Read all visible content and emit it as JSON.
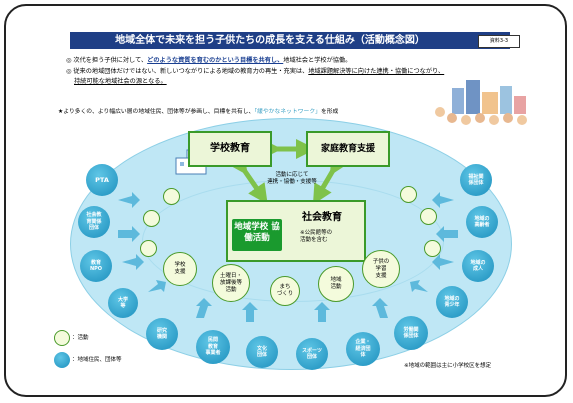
{
  "title": "地域全体で未来を担う子供たちの成長を支える仕組み（活動概念図）",
  "doc_tag": "資料3-3",
  "bullets": [
    {
      "mark": "◎",
      "pre": "次代を担う子供に対して、",
      "u": "どのような資質を育むのかという目標を共有し、",
      "post": "地域社会と学校が協働。"
    },
    {
      "mark": "◎",
      "pre": "従来の地域団体だけではない、新しいつながりによる地域の教育力の再生・充実は、",
      "u": "地域課題解決等に向けた連携・協働につながり、",
      "post": ""
    },
    {
      "mark": "",
      "pre": "",
      "u": "持続可能な地域社会の源となる。",
      "post": ""
    }
  ],
  "note": {
    "pre": "★より多くの、より幅広い層の地域住民、団体等が参画し、目標を共有し、",
    "hl": "「緩やかなネットワーク」",
    "post": "を形成"
  },
  "school": "学校教育",
  "family": "家庭教育支援",
  "link_text": "活動に応じて\n連携・協働・支援等",
  "community": "社会教育",
  "partner": "地域学校\n協働活動",
  "partner_note": "※公民館等の\n活動を含む",
  "activities": [
    "学校\n支援",
    "土曜日・\n放課後等\n活動",
    "まち\nづくり",
    "地域\n活動",
    "子供の\n学習\n支援"
  ],
  "groups_left": [
    "PTA",
    "社会教\n育関係\n団体",
    "教育\nNPO",
    "大学\n等",
    "研究\n機関",
    "民間\n教育\n事業者",
    "文化\n団体",
    "スポーツ\n団体"
  ],
  "groups_right": [
    "福祉関\n係団体",
    "地域の\n高齢者",
    "地域の\n成人",
    "地域の\n青少年",
    "労働関\n係団体",
    "企業・\n経済団\n体"
  ],
  "legend": [
    {
      "label": "：活動"
    },
    {
      "label": "：地域住民、団体等"
    }
  ],
  "footnote": "※地域の範囲は主に小学校区を想定",
  "colors": {
    "banner": "#1f3f86",
    "green": "#3a9a2a",
    "blue": "#1c8fbd",
    "sky": "#bfe7f5"
  }
}
